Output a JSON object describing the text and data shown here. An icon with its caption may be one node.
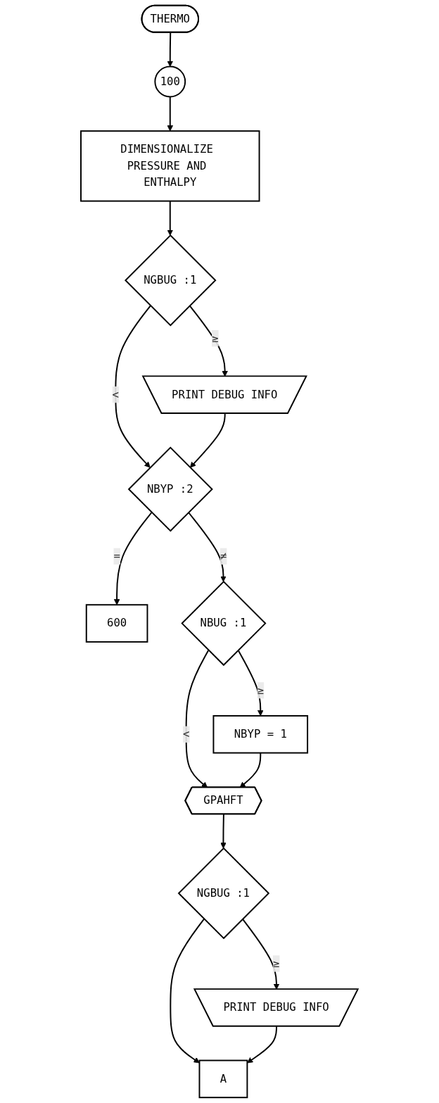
{
  "diagram": {
    "nodes": [
      {
        "text": [
          "THERMO"
        ]
      },
      {
        "text": [
          "100"
        ]
      },
      {
        "text": [
          "DIMENSIONALIZE PRESSURE AND ENTHALPY"
        ]
      },
      {
        "text": [
          "NGBUG :1"
        ]
      },
      {
        "text": [
          "PRINT DEBUG INFO"
        ]
      },
      {
        "text": [
          "NBYP :2"
        ]
      },
      {
        "text": [
          "600"
        ]
      },
      {
        "text": [
          "NBUG :1"
        ]
      },
      {
        "text": [
          "NBYP = 1"
        ]
      },
      {
        "text": [
          "GPAHFT"
        ]
      },
      {
        "text": [
          "NGBUG :1"
        ]
      },
      {
        "text": [
          "PRINT DEBUG INFO"
        ]
      },
      {
        "text": [
          "A"
        ]
      }
    ],
    "edges": [
      {
        "from": 0,
        "to": 1,
        "arrow": "to"
      },
      {
        "from": 1,
        "to": 2,
        "arrow": "to"
      },
      {
        "from": 2,
        "to": 3,
        "arrow": "to"
      },
      {
        "from": 3,
        "to": 4,
        "arrow": "to",
        "label": "≥"
      },
      {
        "from": 3,
        "to": 5,
        "arrow": "to",
        "label": "<"
      },
      {
        "from": 4,
        "to": 5,
        "arrow": "to"
      },
      {
        "from": 5,
        "to": 6,
        "arrow": "to",
        "label": "="
      },
      {
        "from": 5,
        "to": 7,
        "arrow": "to",
        "label": "≠"
      },
      {
        "from": 7,
        "to": 8,
        "arrow": "to",
        "label": "≥"
      },
      {
        "from": 7,
        "to": 9,
        "arrow": "to",
        "label": "<"
      },
      {
        "from": 8,
        "to": 9,
        "arrow": "to"
      },
      {
        "from": 9,
        "to": 10,
        "arrow": "to"
      },
      {
        "from": 10,
        "to": 11,
        "arrow": "to",
        "label": "≥"
      },
      {
        "from": 10,
        "to": 12,
        "arrow": "to"
      },
      {
        "from": 11,
        "to": 12,
        "arrow": "to"
      }
    ]
  }
}
